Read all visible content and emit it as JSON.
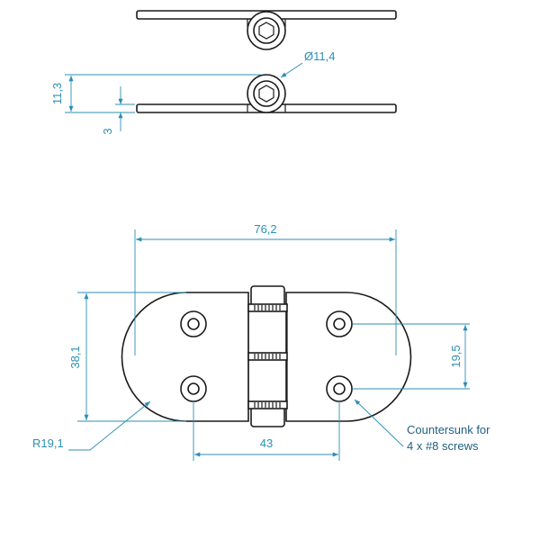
{
  "dimensions": {
    "pin_diameter": "Ø11,4",
    "total_height": "11,3",
    "leaf_thickness": "3",
    "overall_length": "76,2",
    "overall_width": "38,1",
    "hole_spacing_vertical": "19,5",
    "hole_spacing_horizontal": "43",
    "end_radius": "R19,1"
  },
  "notes": {
    "countersunk_line1": "Countersunk for",
    "countersunk_line2": "4 x #8 screws"
  },
  "colors": {
    "outline": "#1a1a1a",
    "dimension": "#2b8fb5"
  }
}
